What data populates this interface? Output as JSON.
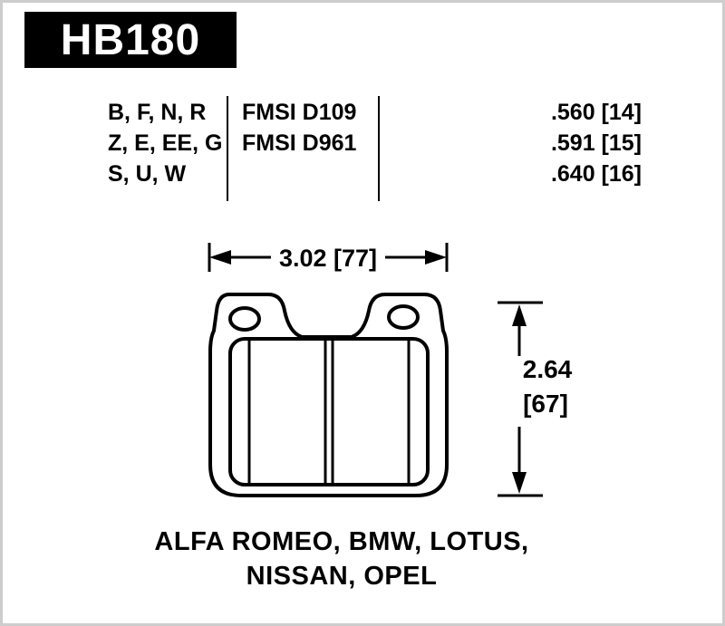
{
  "part_number": "HB180",
  "spec_table": {
    "rows": [
      {
        "compounds": "B, F, N, R",
        "fmsi": "FMSI D109",
        "thickness": ".560 [14]"
      },
      {
        "compounds": "Z, E, EE, G",
        "fmsi": "FMSI D961",
        "thickness": ".591 [15]"
      },
      {
        "compounds": "S, U, W",
        "fmsi": "",
        "thickness": ".640 [16]"
      }
    ]
  },
  "diagram": {
    "width_dim": "3.02 [77]",
    "height_dim_in": "2.64",
    "height_dim_mm": "[67]"
  },
  "applications": {
    "line1": "ALFA ROMEO, BMW, LOTUS,",
    "line2": "NISSAN, OPEL"
  },
  "colors": {
    "ink": "#000000",
    "badge_bg": "#000000",
    "badge_text": "#ffffff",
    "background": "#ffffff"
  }
}
